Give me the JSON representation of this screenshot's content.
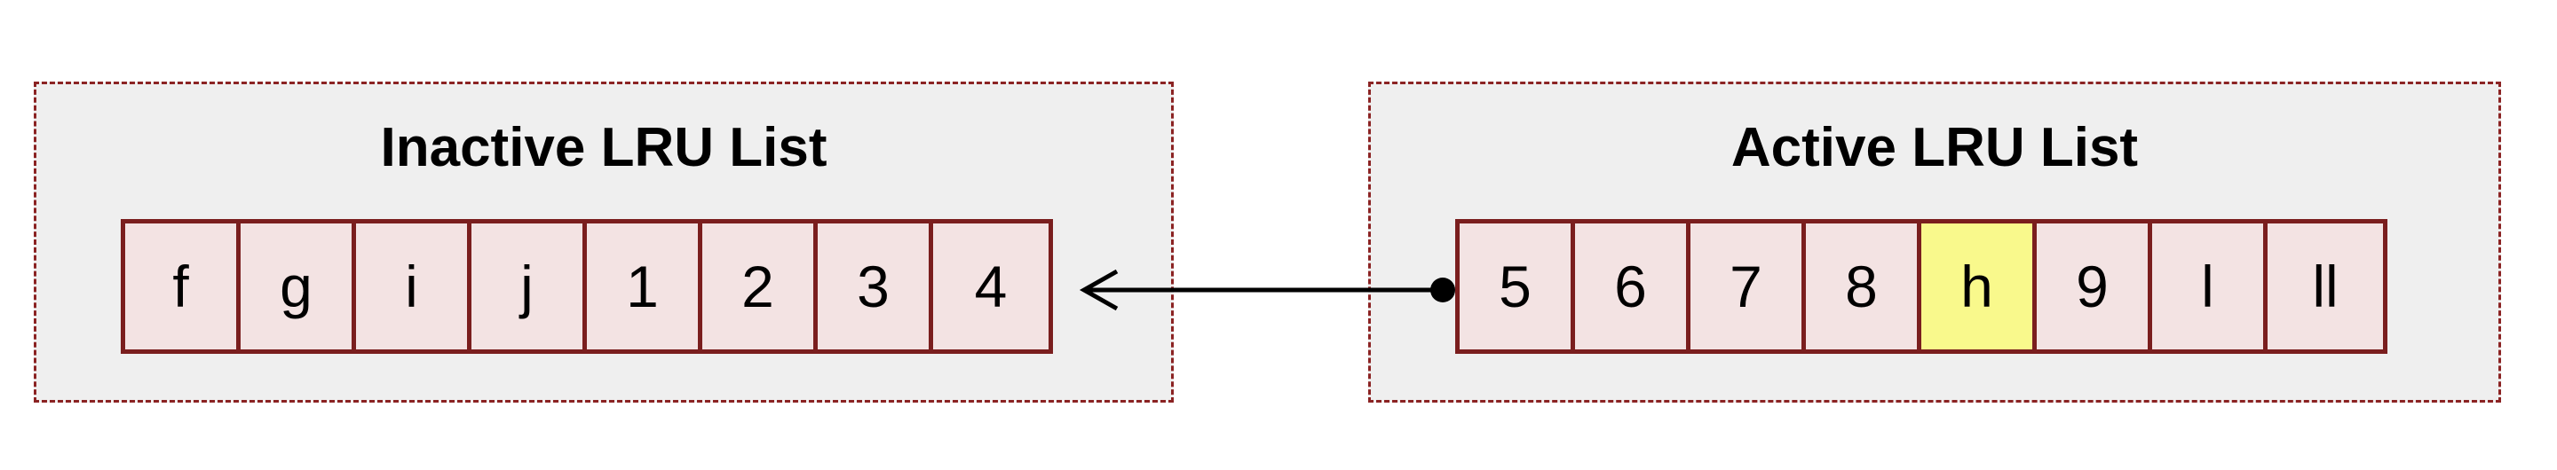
{
  "inactive_list": {
    "title": "Inactive LRU List",
    "cells": [
      "f",
      "g",
      "i",
      "j",
      "1",
      "2",
      "3",
      "4"
    ]
  },
  "active_list": {
    "title": "Active LRU List",
    "cells": [
      "5",
      "6",
      "7",
      "8",
      "h",
      "9",
      "l",
      "ll"
    ],
    "highlighted_cell": "h"
  },
  "colors": {
    "panel_background": "#efefef",
    "panel_border": "#8b2323",
    "cell_background": "#f3e3e3",
    "cell_border": "#7a1e1e",
    "highlight": "#f9f98c"
  }
}
